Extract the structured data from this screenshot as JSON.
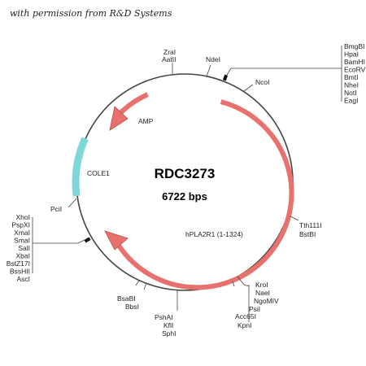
{
  "permission_note": "with permission from R&D Systems",
  "plasmid": {
    "name": "RDC3273",
    "size": "6722 bps"
  },
  "features": {
    "amp": "AMP",
    "cole1": "COLE1",
    "hpla2r1": "hPLA2R1 (1-1324)"
  },
  "sites": {
    "top_left": [
      "ZraI",
      "AatII"
    ],
    "ndel": "NdeI",
    "ncol": "NcoI",
    "mcs_top": [
      "BmgBI",
      "HpaI",
      "BamHI",
      "EcoRV",
      "BmtI",
      "NheI",
      "NotI",
      "EagI"
    ],
    "tth": [
      "Tth111I",
      "BstBI"
    ],
    "right_bottom": [
      "KroI",
      "NaeI",
      "NgoMIV",
      "PsiI",
      "Acc65I",
      "KpnI"
    ],
    "bottom_mid": [
      "PshAI",
      "KflI",
      "SphI"
    ],
    "bottom_left": [
      "BsaBI",
      "BbsI"
    ],
    "mcs_left": [
      "XhoI",
      "PspXI",
      "XmaI",
      "SmaI",
      "SalI",
      "XbaI",
      "BstZ17I",
      "BssHII",
      "AscI"
    ],
    "pcil": "PciI"
  },
  "colors": {
    "backbone": "#444444",
    "gene": "#e8706d",
    "ori": "#7fd8d8"
  }
}
